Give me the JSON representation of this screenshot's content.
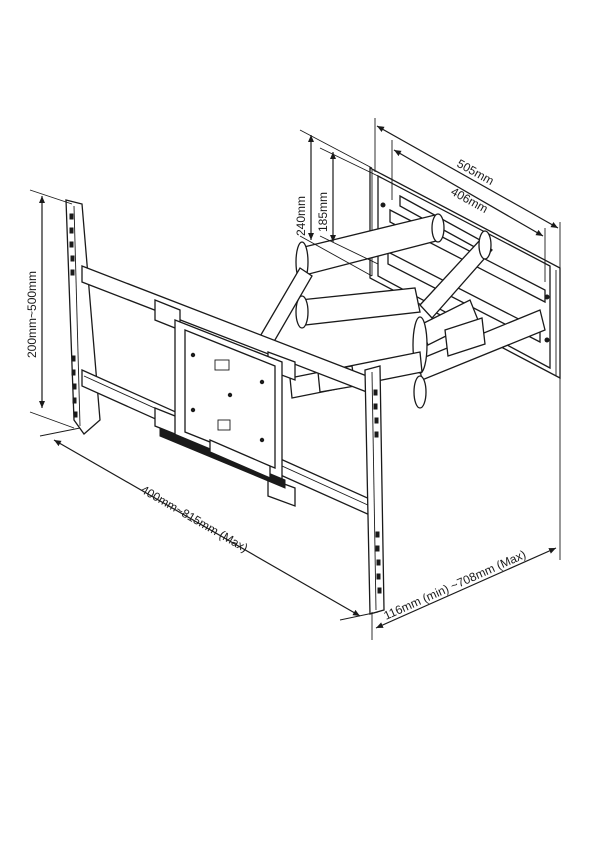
{
  "dimensions": {
    "overall_width": "505mm",
    "inner_width": "406mm",
    "wall_plate_height_outer": "240mm",
    "wall_plate_height_inner": "185mm",
    "vertical_range": "200mm~500mm",
    "horizontal_range": "400mm~815mm (Max)",
    "extension_range": "116mm (min) ~708mm (Max)"
  }
}
